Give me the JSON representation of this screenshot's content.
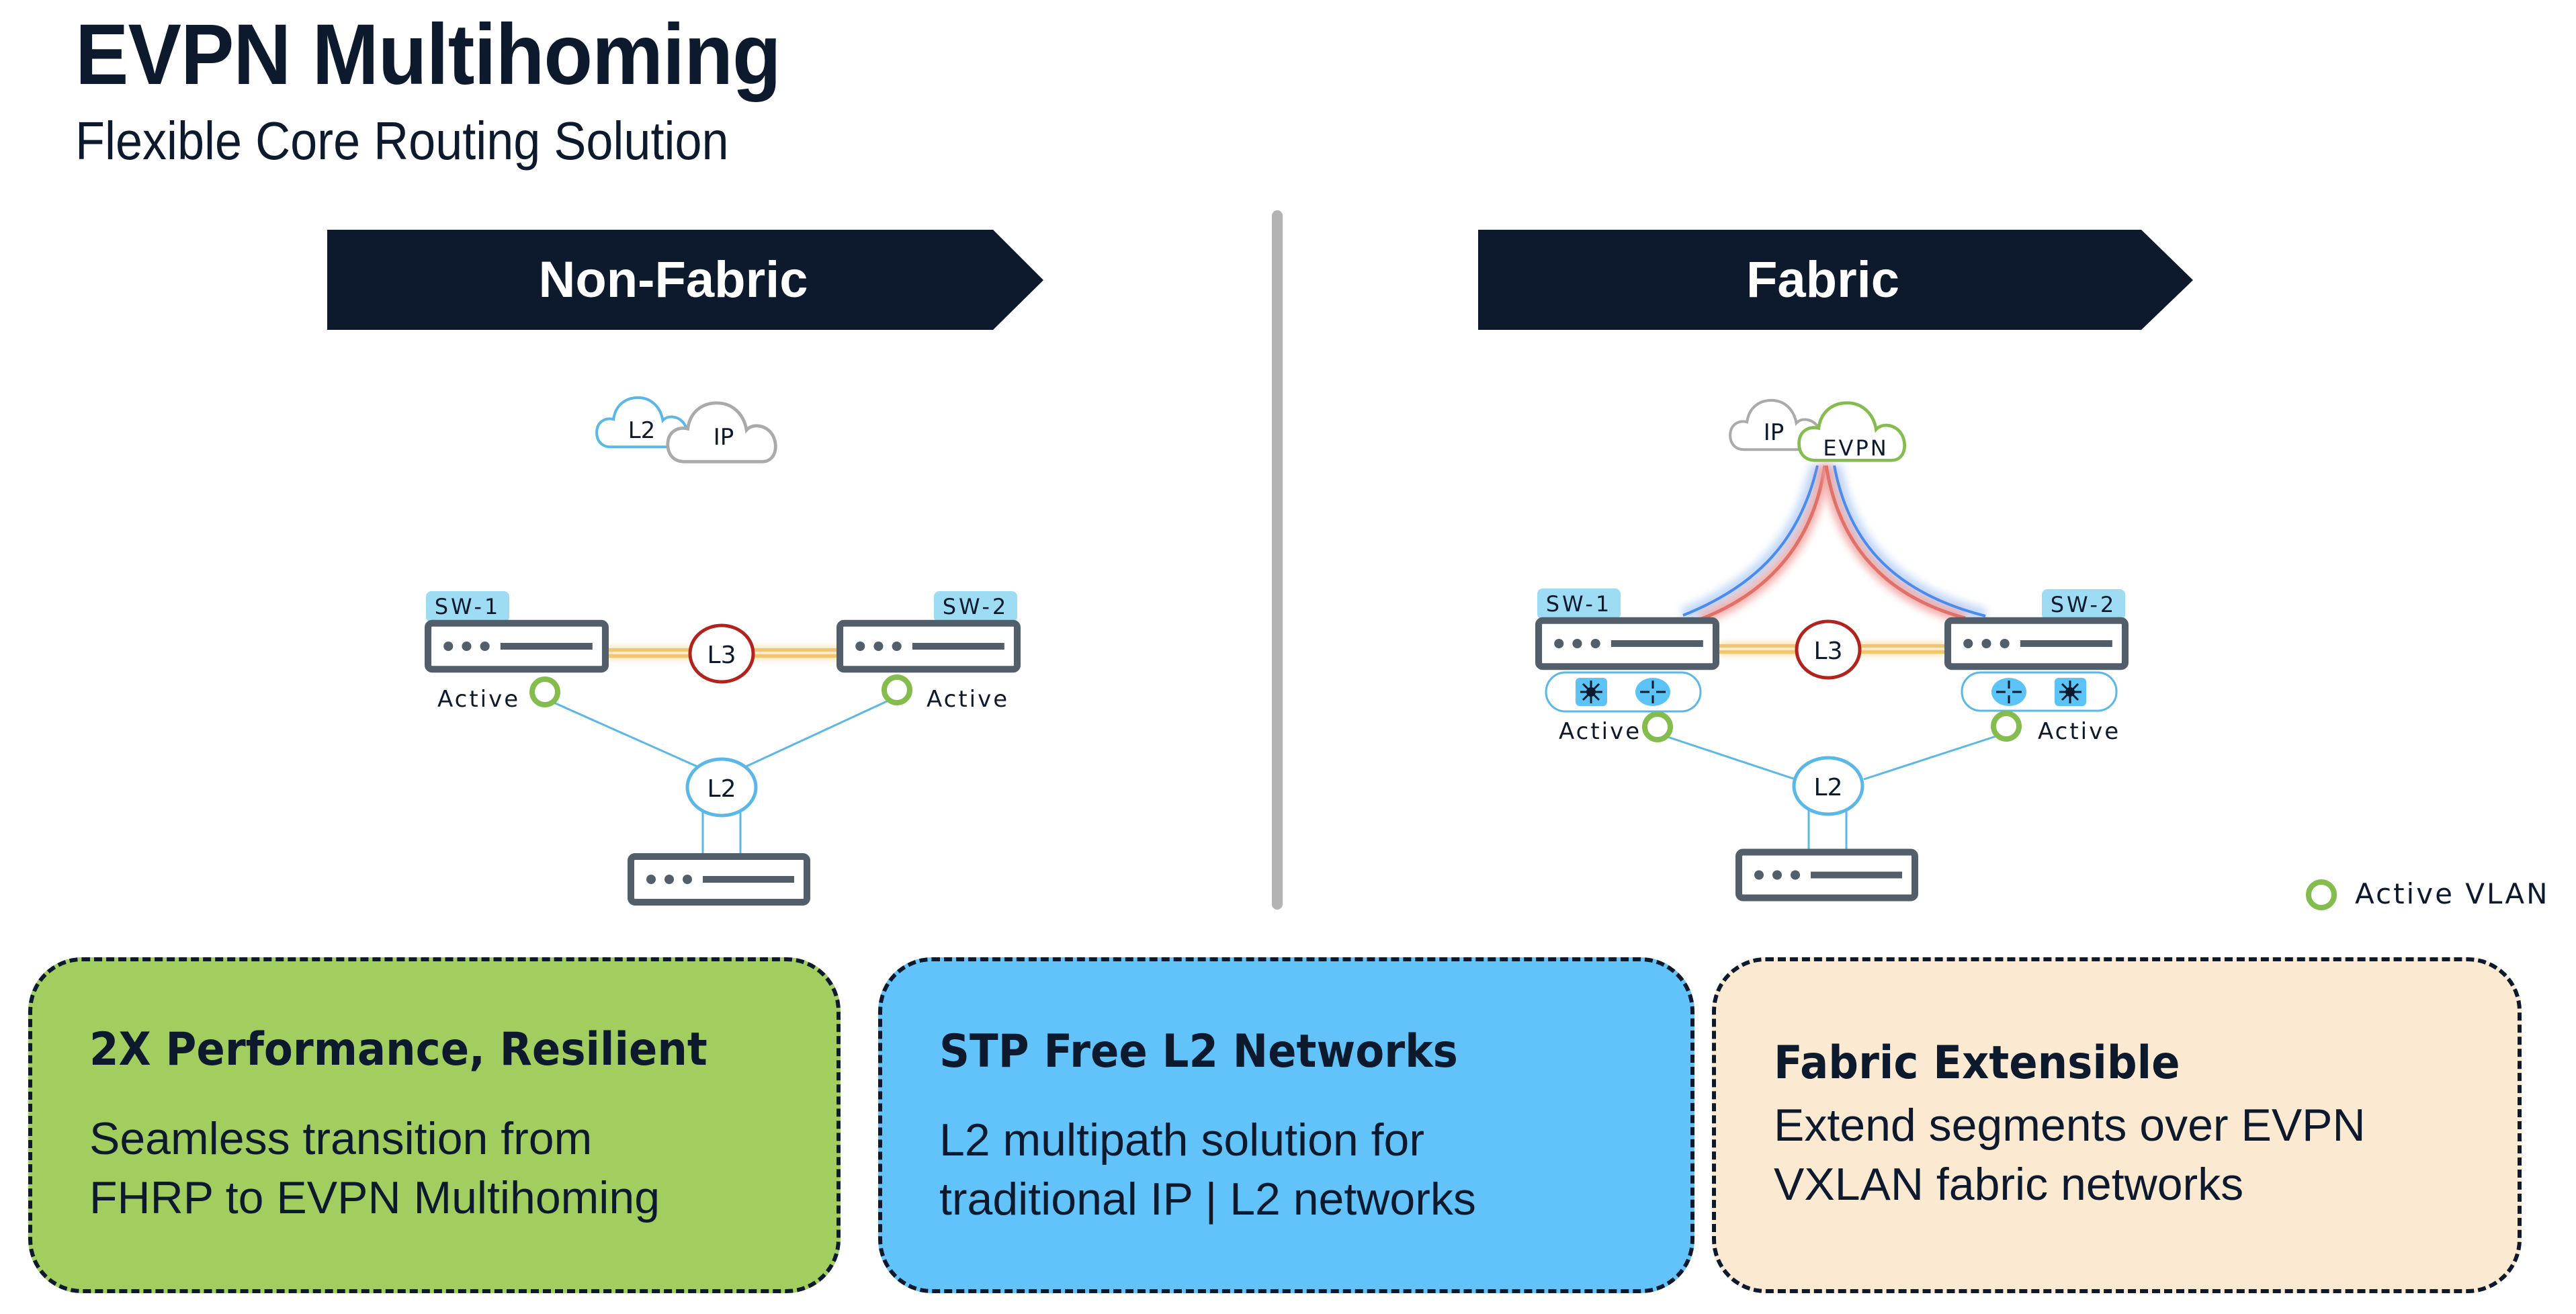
{
  "header": {
    "title": "EVPN Multihoming",
    "subtitle": "Flexible Core Routing Solution"
  },
  "panels": {
    "non_fabric": {
      "banner": "Non-Fabric",
      "clouds": [
        "L2",
        "IP"
      ],
      "switch_1": "SW-1",
      "switch_2": "SW-2",
      "link_l3": "L3",
      "link_l2": "L2",
      "status_1": "Active",
      "status_2": "Active"
    },
    "fabric": {
      "banner": "Fabric",
      "clouds": [
        "IP",
        "EVPN"
      ],
      "switch_1": "SW-1",
      "switch_2": "SW-2",
      "link_l3": "L3",
      "link_l2": "L2",
      "status_1": "Active",
      "status_2": "Active"
    }
  },
  "legend": {
    "label": "Active VLAN",
    "icon": "green-ring-icon"
  },
  "cards": [
    {
      "heading": "2X Performance, Resilient",
      "lines": [
        "Seamless transition from",
        "FHRP to EVPN Multihoming"
      ],
      "color": "#A2CD5F"
    },
    {
      "heading": "STP Free L2 Networks",
      "lines": [
        "L2 multipath solution for",
        "traditional IP | L2 networks"
      ],
      "color": "#61C3F9"
    },
    {
      "heading": "Fabric Extensible",
      "lines": [
        "Extend segments over EVPN",
        "VXLAN fabric networks"
      ],
      "color": "#FBE9D2"
    }
  ],
  "colors": {
    "navy": "#0D1A2D",
    "l2_blue": "#5BB8E6",
    "evpn_green": "#84BC4E",
    "l3_red": "#B3231E",
    "cloud_gray": "#AAAAAA",
    "device_gray": "#535E6B",
    "label_blue": "#9EDCF3",
    "divider": "#B3B3B3"
  }
}
